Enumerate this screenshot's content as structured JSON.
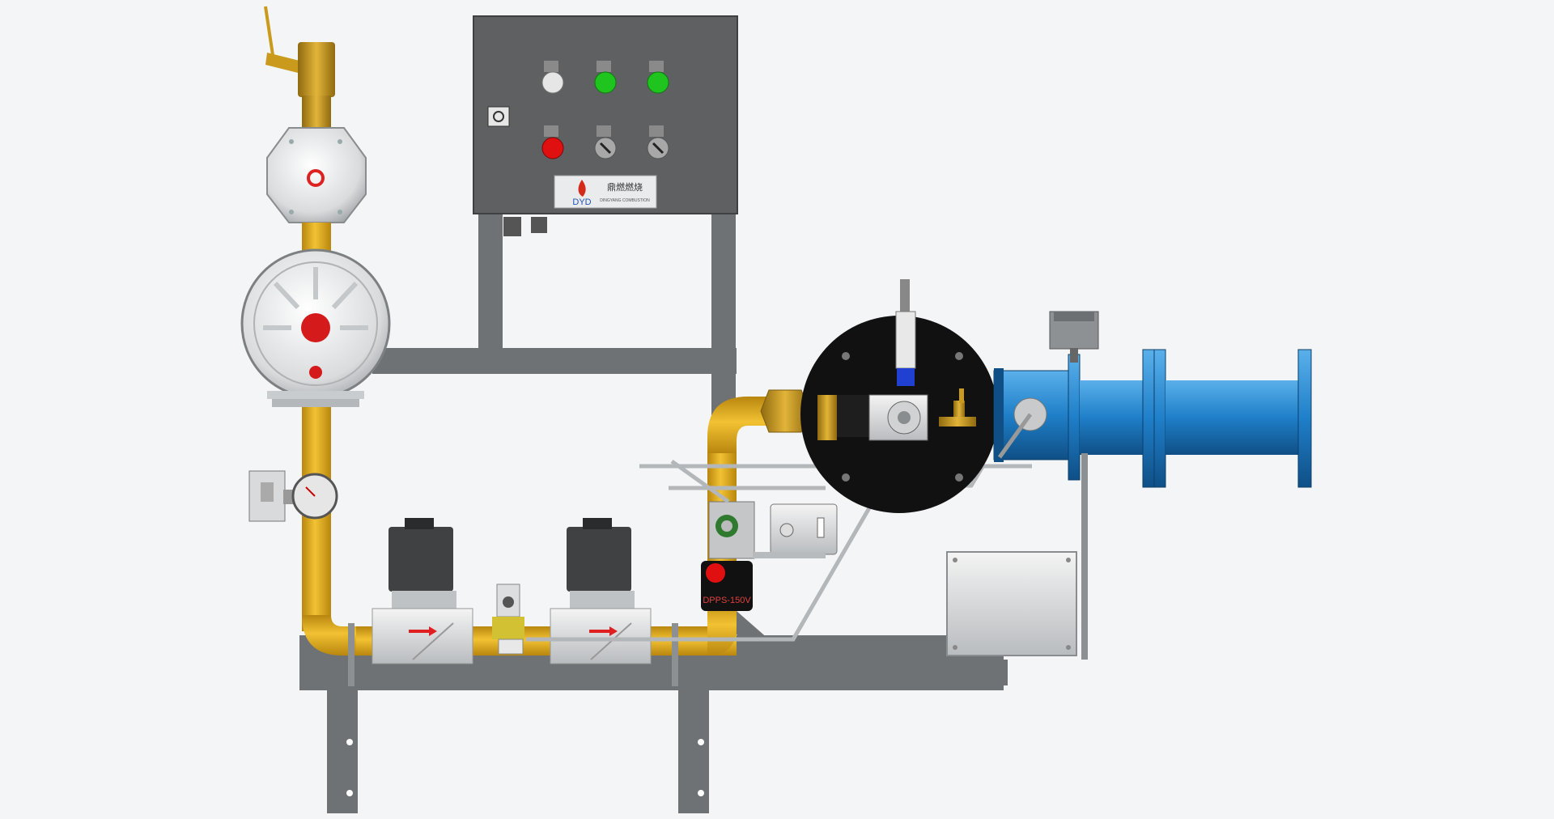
{
  "control_panel": {
    "brand": "DYD",
    "company_name": "鼎燃燃烧",
    "tagline": "DINGYANG COMBUSTION",
    "lights": [
      {
        "name": "white-indicator-light",
        "color": "#e6e6e6"
      },
      {
        "name": "green-indicator-light-1",
        "color": "#1fc41f"
      },
      {
        "name": "green-indicator-light-2",
        "color": "#1fc41f"
      },
      {
        "name": "red-indicator-light",
        "color": "#e01010"
      },
      {
        "name": "selector-switch-1",
        "color": "#8a8a8a"
      },
      {
        "name": "selector-switch-2",
        "color": "#8a8a8a"
      }
    ]
  },
  "pressure_switch": {
    "model": "DPPS-150V"
  },
  "colors": {
    "gas_pipe": "#e0a81c",
    "air_duct": "#1f7fc8",
    "frame": "#6f7274",
    "panel": "#5e6061",
    "burner_plate": "#111111",
    "brass": "#c99a1c"
  }
}
